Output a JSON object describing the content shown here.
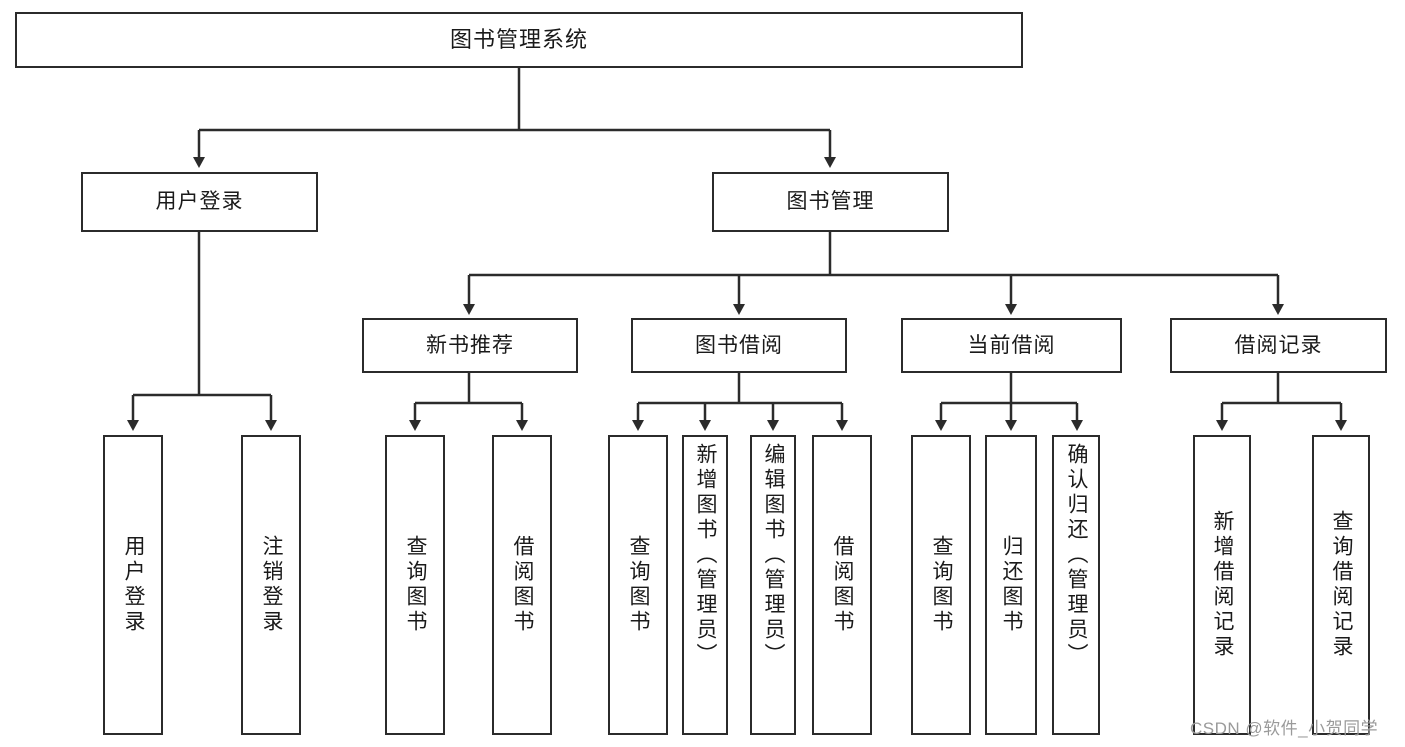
{
  "diagram": {
    "type": "tree",
    "title": "图书管理系统",
    "root": {
      "label": "图书管理系统"
    },
    "level2": [
      {
        "label": "用户登录"
      },
      {
        "label": "图书管理"
      }
    ],
    "level3": [
      {
        "label": "新书推荐"
      },
      {
        "label": "图书借阅"
      },
      {
        "label": "当前借阅"
      },
      {
        "label": "借阅记录"
      }
    ],
    "leaves": [
      {
        "label": "用户登录",
        "parent": "用户登录"
      },
      {
        "label": "注销登录",
        "parent": "用户登录"
      },
      {
        "label": "查询图书",
        "parent": "新书推荐"
      },
      {
        "label": "借阅图书",
        "parent": "新书推荐"
      },
      {
        "label": "查询图书",
        "parent": "图书借阅"
      },
      {
        "label": "新增图书（管理员）",
        "parent": "图书借阅"
      },
      {
        "label": "编辑图书（管理员）",
        "parent": "图书借阅"
      },
      {
        "label": "借阅图书",
        "parent": "图书借阅"
      },
      {
        "label": "查询图书",
        "parent": "当前借阅"
      },
      {
        "label": "归还图书",
        "parent": "当前借阅"
      },
      {
        "label": "确认归还（管理员）",
        "parent": "当前借阅"
      },
      {
        "label": "新增借阅记录",
        "parent": "借阅记录"
      },
      {
        "label": "查询借阅记录",
        "parent": "借阅记录"
      }
    ],
    "colors": {
      "stroke": "#2b2b2b",
      "fill": "#ffffff",
      "text": "#1a1a1a",
      "watermark": "#9a9a9a"
    }
  },
  "watermark": {
    "text": "CSDN @软件_小贺同学"
  }
}
